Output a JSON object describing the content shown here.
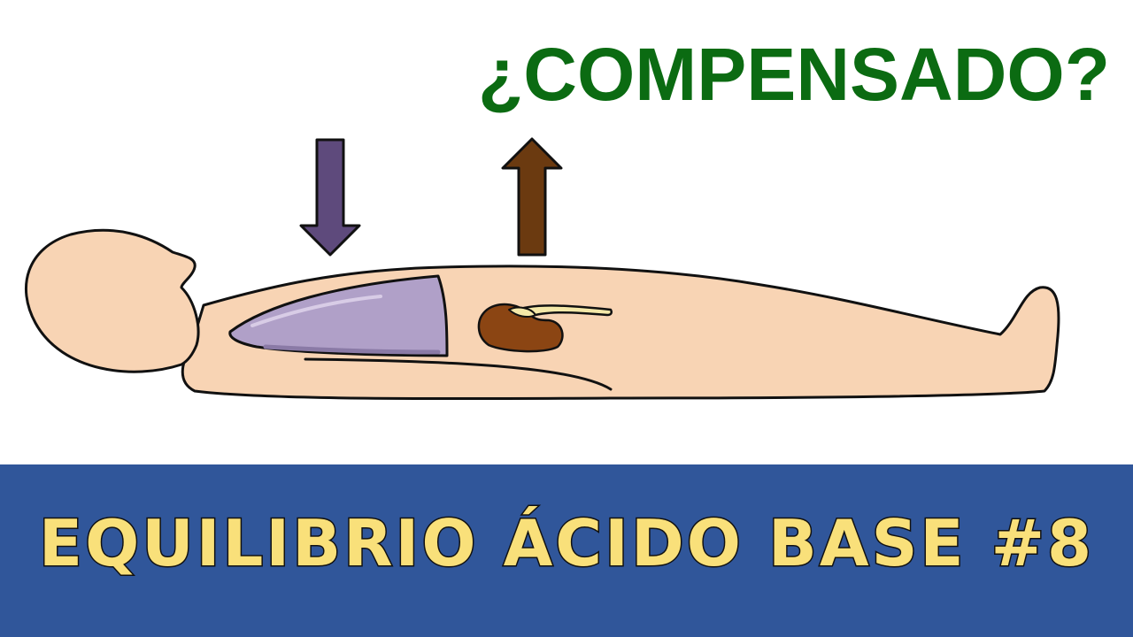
{
  "headline": {
    "text": "¿COMPENSADO?",
    "color": "#0b6b12"
  },
  "banner": {
    "title": "EQUILIBRIO ÁCIDO BASE #8",
    "background_color": "#30569a",
    "text_color": "#f9e07a"
  },
  "illustration": {
    "subject": "person lying down",
    "skin_color": "#f8d4b4",
    "lungs_color": "#b0a0c8",
    "kidney_color": "#8b4513",
    "down_arrow": {
      "icon": "down-arrow-icon",
      "color": "#5e4a7c"
    },
    "up_arrow": {
      "icon": "up-arrow-icon",
      "color": "#6b3a10"
    }
  }
}
